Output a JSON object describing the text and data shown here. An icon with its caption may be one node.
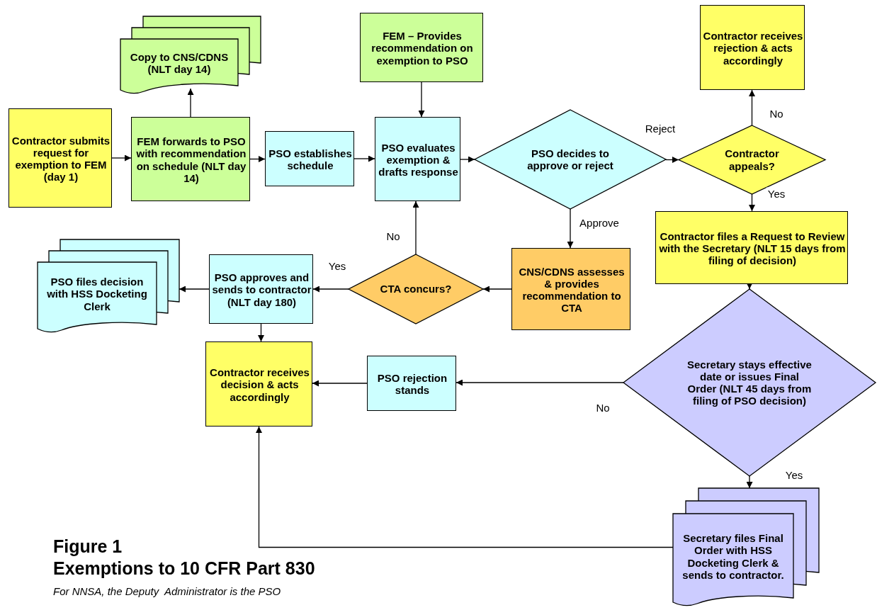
{
  "diagram": {
    "title": "Exemptions to 10 CFR Part 830",
    "caption": "For NNSA, the Deputy  Administrator is the PSO",
    "nodes": [
      {
        "text": [
          "Contractor submits request for exemption to FEM (day 1)"
        ]
      },
      {
        "text": [
          "Copy to CNS/CDNS (NLT day 14)"
        ]
      },
      {
        "text": [
          "FEM forwards to PSO with recommendation on schedule (NLT day 14)"
        ]
      },
      {
        "text": [
          "PSO establishes schedule"
        ]
      },
      {
        "text": [
          "FEM – Provides recommendation on exemption to PSO"
        ]
      },
      {
        "text": [
          "PSO evaluates exemption & drafts response"
        ]
      },
      {
        "text": [
          "PSO decides to approve or reject"
        ]
      },
      {
        "text": [
          "Contractor receives rejection & acts accordingly"
        ]
      },
      {
        "text": [
          "Contractor appeals?"
        ]
      },
      {
        "text": [
          "Contractor files a Request to Review with the Secretary (NLT 15  days from filing of decision)"
        ]
      },
      {
        "text": [
          "CNS/CDNS assesses & provides recommendation to CTA"
        ]
      },
      {
        "text": [
          "CTA concurs?"
        ]
      },
      {
        "text": [
          "PSO approves and sends to contractor (NLT day 180)"
        ]
      },
      {
        "text": [
          "PSO files decision with HSS Docketing Clerk"
        ]
      },
      {
        "text": [
          "Contractor receives decision & acts accordingly"
        ]
      },
      {
        "text": [
          "PSO rejection stands"
        ]
      },
      {
        "text": [
          "Secretary stays effective date or issues Final Order (NLT 45 days from filing of PSO decision)"
        ]
      },
      {
        "text": [
          "Secretary files Final Order with HSS Docketing Clerk & sends to contractor."
        ]
      }
    ],
    "edges": [
      {
        "from": 0,
        "to": 2,
        "arrow": "to"
      },
      {
        "from": 2,
        "to": 1,
        "arrow": "to"
      },
      {
        "from": 2,
        "to": 3,
        "arrow": "to"
      },
      {
        "from": 3,
        "to": 5,
        "arrow": "to"
      },
      {
        "from": 4,
        "to": 5,
        "arrow": "to"
      },
      {
        "from": 5,
        "to": 6,
        "arrow": "to"
      },
      {
        "from": 6,
        "to": 8,
        "arrow": "to",
        "label": "Reject"
      },
      {
        "from": 8,
        "to": 7,
        "arrow": "to",
        "label": "No"
      },
      {
        "from": 8,
        "to": 9,
        "arrow": "to",
        "label": "Yes"
      },
      {
        "from": 6,
        "to": 10,
        "arrow": "to",
        "label": "Approve"
      },
      {
        "from": 10,
        "to": 11,
        "arrow": "to"
      },
      {
        "from": 11,
        "to": 5,
        "arrow": "to",
        "label": "No"
      },
      {
        "from": 11,
        "to": 12,
        "arrow": "to",
        "label": "Yes"
      },
      {
        "from": 12,
        "to": 13,
        "arrow": "to"
      },
      {
        "from": 12,
        "to": 14,
        "arrow": "to"
      },
      {
        "from": 9,
        "to": 16,
        "arrow": "to"
      },
      {
        "from": 16,
        "to": 15,
        "arrow": "to",
        "label": "No"
      },
      {
        "from": 15,
        "to": 14,
        "arrow": "to"
      },
      {
        "from": 16,
        "to": 17,
        "arrow": "to",
        "label": "Yes"
      },
      {
        "from": 17,
        "to": 14,
        "arrow": "to"
      }
    ],
    "labels": [
      "Figure 1"
    ]
  }
}
